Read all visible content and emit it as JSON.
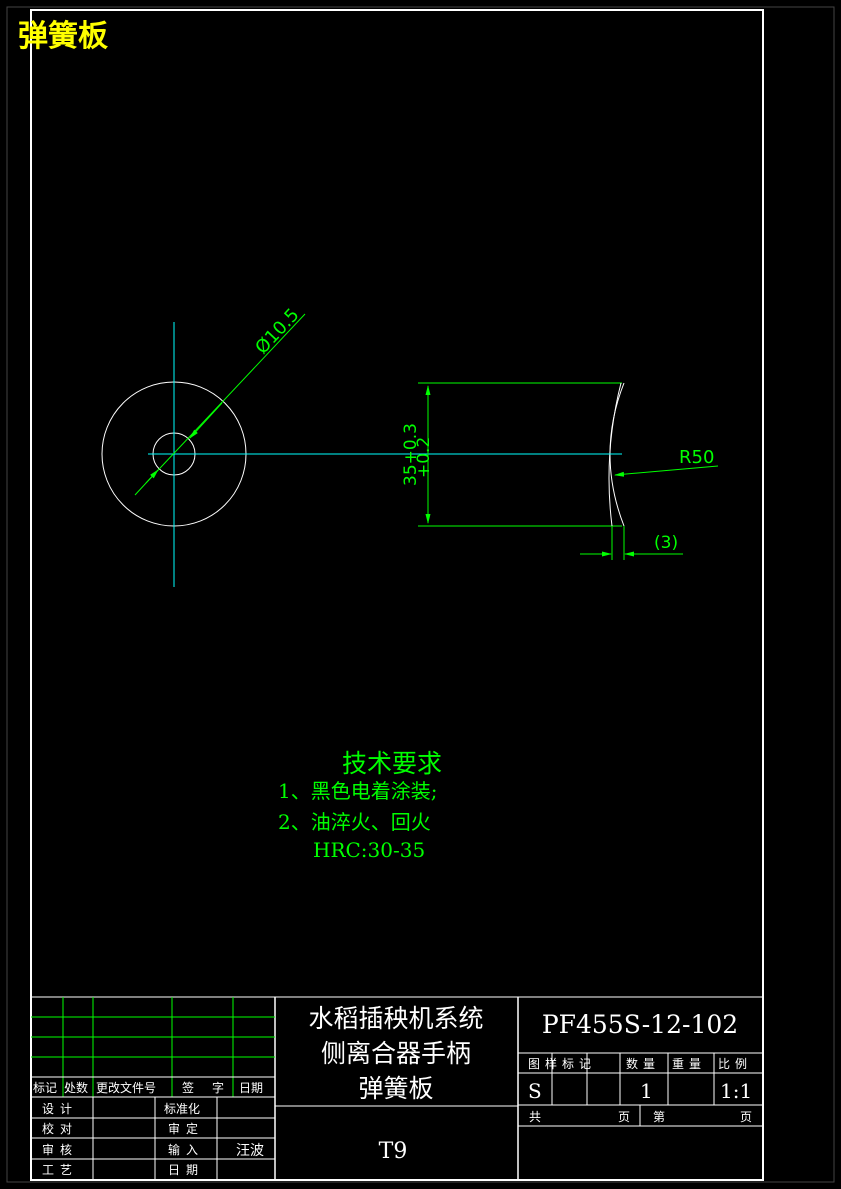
{
  "title_label": "弹簧板",
  "dims": {
    "diameter": "Ø10.5",
    "height": "35+0.3",
    "height_tol": "+0.2",
    "radius": "R50",
    "thickness": "(3)"
  },
  "tech_requirements": {
    "heading": "技术要求",
    "line1": "1、黑色电着涂装;",
    "line2": "2、油淬火、回火",
    "line3": "HRC:30-35"
  },
  "title_block": {
    "name_line1": "水稻插秧机系统",
    "name_line2": "侧离合器手柄",
    "name_line3": "弹簧板",
    "drawing_no": "PF455S-12-102",
    "material": "T9",
    "rev_headers": [
      "标记",
      "处数",
      "更改文件号",
      "签",
      "字",
      "日期"
    ],
    "sign_rows": [
      {
        "label": "设计",
        "label2": "标准化",
        "value": ""
      },
      {
        "label": "校对",
        "label2": "审定",
        "value": ""
      },
      {
        "label": "审核",
        "label2": "输入",
        "value": "汪波"
      },
      {
        "label": "工艺",
        "label2": "日期",
        "value": ""
      }
    ],
    "info_headers": [
      "图样标记",
      "数量",
      "重量",
      "比例"
    ],
    "mark_value": "S",
    "qty_value": "1",
    "weight_value": "",
    "scale_value": "1:1",
    "total_label": "共",
    "page_label": "页",
    "no_label": "第",
    "page_label2": "页"
  },
  "colors": {
    "background": "#000000",
    "border": "#ffffff",
    "dimension": "#00ff00",
    "centerline": "#00ffff",
    "title": "#ffff00"
  }
}
